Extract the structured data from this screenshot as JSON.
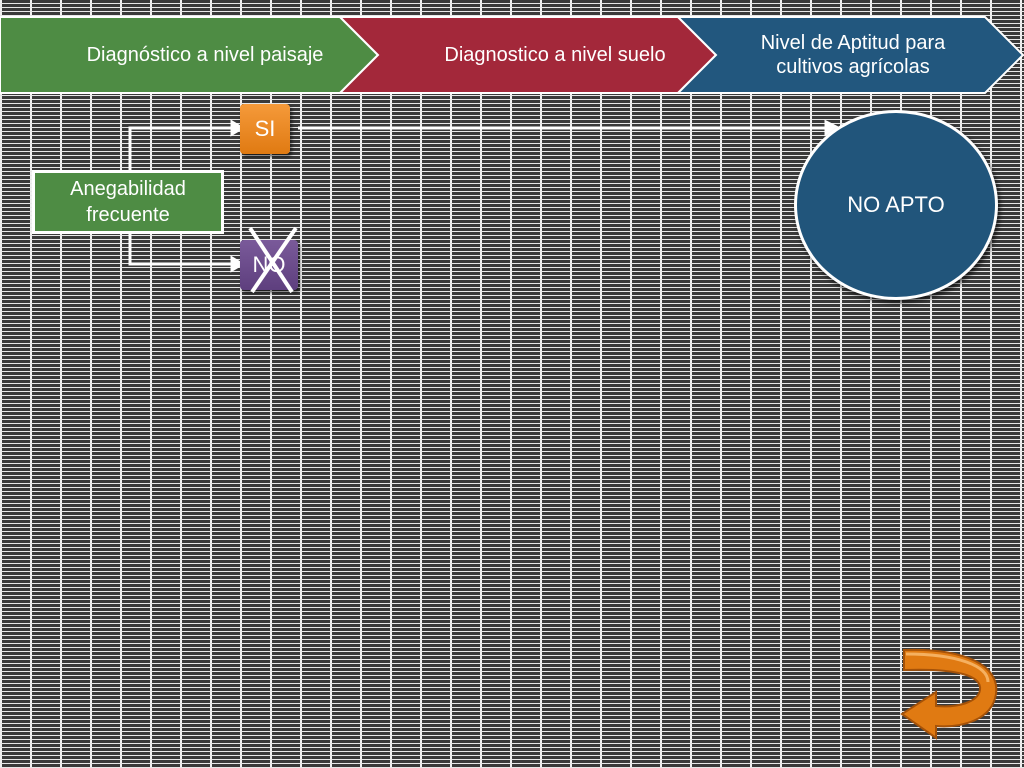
{
  "header": {
    "steps": [
      {
        "label": "Diagnóstico a nivel paisaje",
        "color": "#4e8c44"
      },
      {
        "label": "Diagnostico a nivel suelo",
        "color": "#a3283a"
      },
      {
        "label": "Nivel de Aptitud para cultivos agrícolas",
        "color": "#22577e"
      }
    ]
  },
  "diagram": {
    "question": "Anegabilidad frecuente",
    "yes_label": "SI",
    "no_label": "NO",
    "result": "NO APTO",
    "colors": {
      "question": "#4e8c44",
      "yes": "#ee8a22",
      "no": "#6b4c8c",
      "result": "#21557b",
      "return_arrow": "#e07a12"
    },
    "no_branch_crossed_out": true
  },
  "navigation": {
    "return_icon": "u-turn-return-arrow-icon"
  }
}
